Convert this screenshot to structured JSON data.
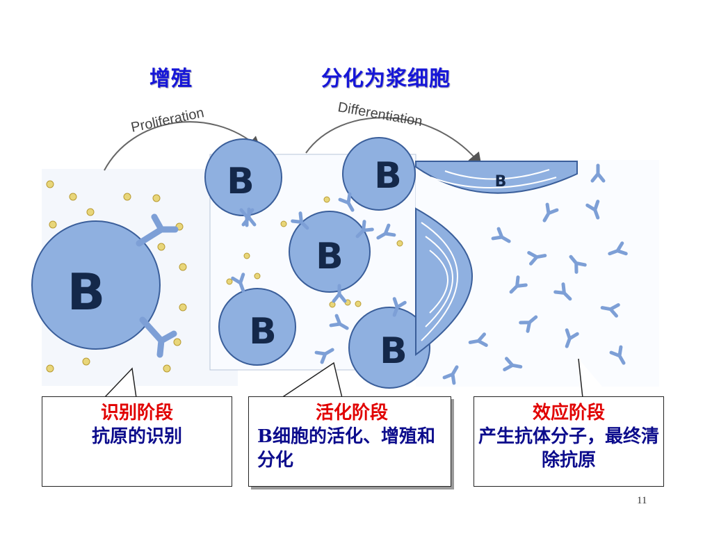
{
  "titles": {
    "proliferation": "增殖",
    "differentiation": "分化为浆细胞"
  },
  "diagram_text": {
    "proliferation_arrow": "Proliferation",
    "differentiation_arrow": "Differentiation",
    "b_cell_letter": "B"
  },
  "callouts": [
    {
      "head": "识别阶段",
      "body": "抗原的识别"
    },
    {
      "head": "活化阶段",
      "body": "B细胞的活化、增殖和分化"
    },
    {
      "head": "效应阶段",
      "body": "产生抗体分子，最终清除抗原"
    }
  ],
  "page_number": "11",
  "colors": {
    "title_blue": "#1616d8",
    "head_red": "#e10000",
    "body_navy": "#0c0c8c",
    "cell_fill": "#8fb0e0",
    "cell_stroke": "#3a5e9a",
    "antigen": "#e8d67a"
  }
}
